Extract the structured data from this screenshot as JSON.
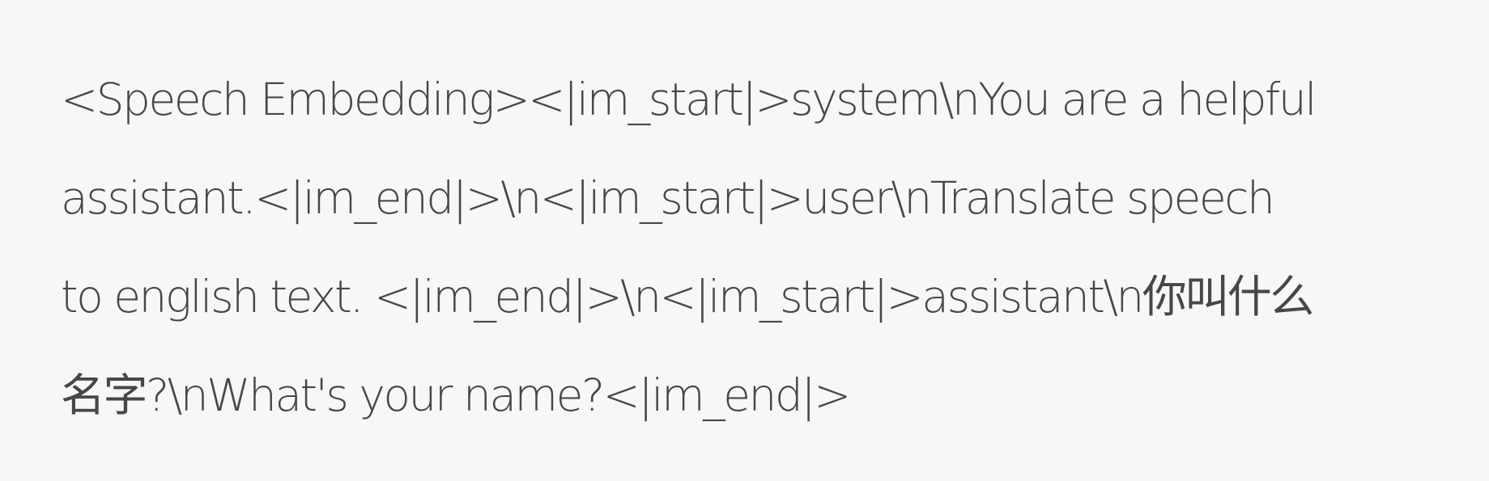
{
  "document": {
    "lines": [
      "<Speech Embedding><|im_start|>system\\nYou are a helpful",
      "assistant.<|im_end|>\\n<|im_start|>user\\nTranslate speech",
      "to english text. <|im_end|>\\n<|im_start|>assistant\\n你叫什么",
      "名字?\\nWhat's your name?<|im_end|>"
    ]
  }
}
